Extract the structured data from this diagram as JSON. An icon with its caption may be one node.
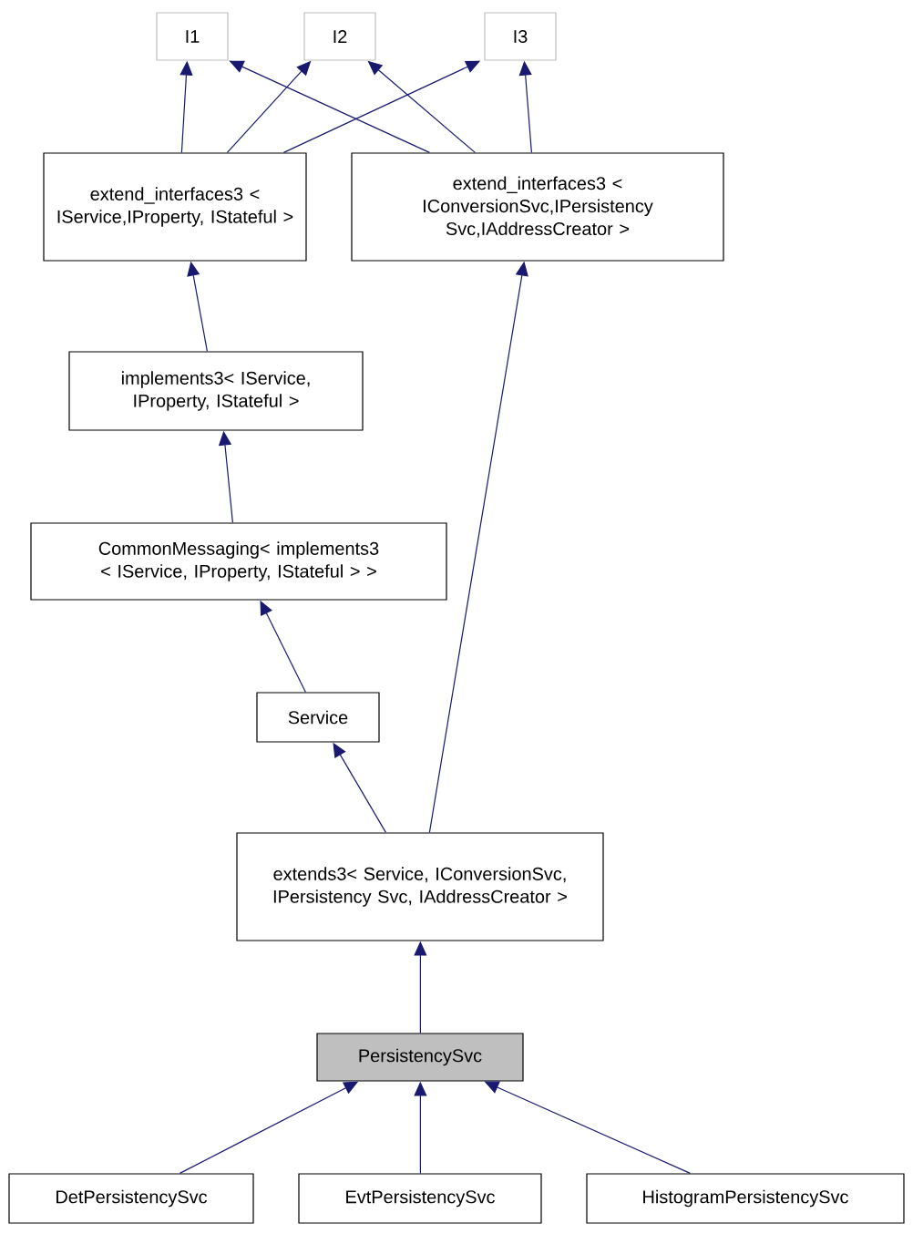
{
  "diagram": {
    "nodes": [
      {
        "text": [
          "I1"
        ]
      },
      {
        "text": [
          "I2"
        ]
      },
      {
        "text": [
          "I3"
        ]
      },
      {
        "text": [
          "extend_interfaces3 < IService,IProperty, IStateful >"
        ]
      },
      {
        "text": [
          "extend_interfaces3 < IConversionSvc,IPersistency Svc,IAddressCreator >"
        ]
      },
      {
        "text": [
          "implements3< IService, IProperty, IStateful >"
        ]
      },
      {
        "text": [
          "CommonMessaging< implements3 < IService, IProperty, IStateful > >"
        ]
      },
      {
        "text": [
          "Service"
        ]
      },
      {
        "text": [
          "extends3< Service, IConversionSvc, IPersistency Svc, IAddressCreator >"
        ]
      },
      {
        "text": [
          "PersistencySvc"
        ]
      },
      {
        "text": [
          "DetPersistencySvc"
        ]
      },
      {
        "text": [
          "EvtPersistencySvc"
        ]
      },
      {
        "text": [
          "HistogramPersistencySvc"
        ]
      }
    ],
    "edges": [
      {
        "from": 3,
        "to": 0,
        "arrow": "to"
      },
      {
        "from": 3,
        "to": 1,
        "arrow": "to"
      },
      {
        "from": 3,
        "to": 2,
        "arrow": "to"
      },
      {
        "from": 4,
        "to": 0,
        "arrow": "to"
      },
      {
        "from": 4,
        "to": 1,
        "arrow": "to"
      },
      {
        "from": 4,
        "to": 2,
        "arrow": "to"
      },
      {
        "from": 5,
        "to": 3,
        "arrow": "to"
      },
      {
        "from": 6,
        "to": 5,
        "arrow": "to"
      },
      {
        "from": 7,
        "to": 6,
        "arrow": "to"
      },
      {
        "from": 8,
        "to": 7,
        "arrow": "to"
      },
      {
        "from": 8,
        "to": 4,
        "arrow": "to"
      },
      {
        "from": 9,
        "to": 8,
        "arrow": "to"
      },
      {
        "from": 10,
        "to": 9,
        "arrow": "to"
      },
      {
        "from": 11,
        "to": 9,
        "arrow": "to"
      },
      {
        "from": 12,
        "to": 9,
        "arrow": "to"
      }
    ]
  }
}
